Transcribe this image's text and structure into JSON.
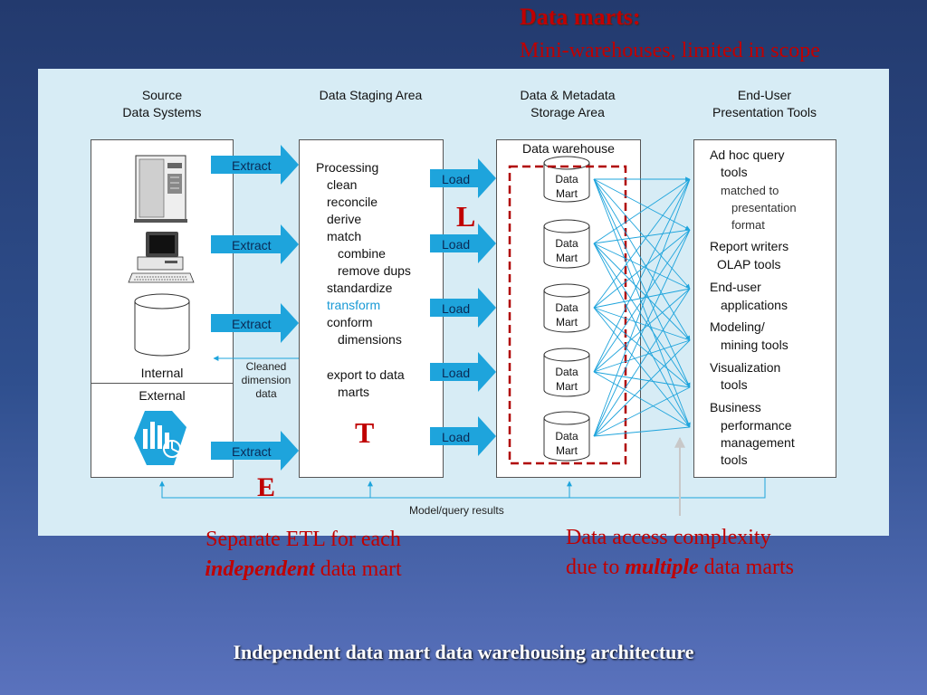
{
  "slide": {
    "heading": "Data marts:",
    "subheading": "Mini-warehouses, limited in scope",
    "caption": "Independent data mart data warehousing architecture"
  },
  "columns": {
    "source": [
      "Source",
      "Data Systems"
    ],
    "staging": "Data Staging Area",
    "storage": [
      "Data & Metadata",
      "Storage Area"
    ],
    "presentation": [
      "End-User",
      "Presentation Tools"
    ]
  },
  "source_box": {
    "internal": "Internal",
    "external": "External"
  },
  "extract_label": "Extract",
  "load_label": "Load",
  "processing": {
    "title": "Processing",
    "steps": [
      "clean",
      "reconcile",
      "derive",
      "match",
      "combine",
      "remove dups",
      "standardize",
      "transform",
      "conform",
      "dimensions",
      "export to data",
      "marts"
    ]
  },
  "cleaned_dimension": [
    "Cleaned",
    "dimension",
    "data"
  ],
  "warehouse": {
    "title": "Data warehouse",
    "mart_label": [
      "Data",
      "Mart"
    ]
  },
  "tools": [
    "Ad hoc query",
    "tools",
    "matched to",
    "presentation",
    "format",
    "Report writers",
    "OLAP tools",
    "End-user",
    "applications",
    "Modeling/",
    "mining tools",
    "Visualization",
    "tools",
    "Business",
    "performance",
    "management",
    "tools"
  ],
  "model_query_results": "Model/query results",
  "etl_letters": {
    "e": "E",
    "t": "T",
    "l": "L"
  },
  "notes": {
    "left_line1": "Separate ETL for each",
    "left_emph": "independent",
    "left_rest": " data mart",
    "right_line1": "Data access complexity",
    "right_prefix": "due to ",
    "right_emph": "multiple",
    "right_rest": " data marts"
  },
  "colors": {
    "accent_red": "#c00000",
    "arrow_blue": "#1ea4dc",
    "panel": "#d7ecf5",
    "transform_blue": "#1a9ad6"
  }
}
